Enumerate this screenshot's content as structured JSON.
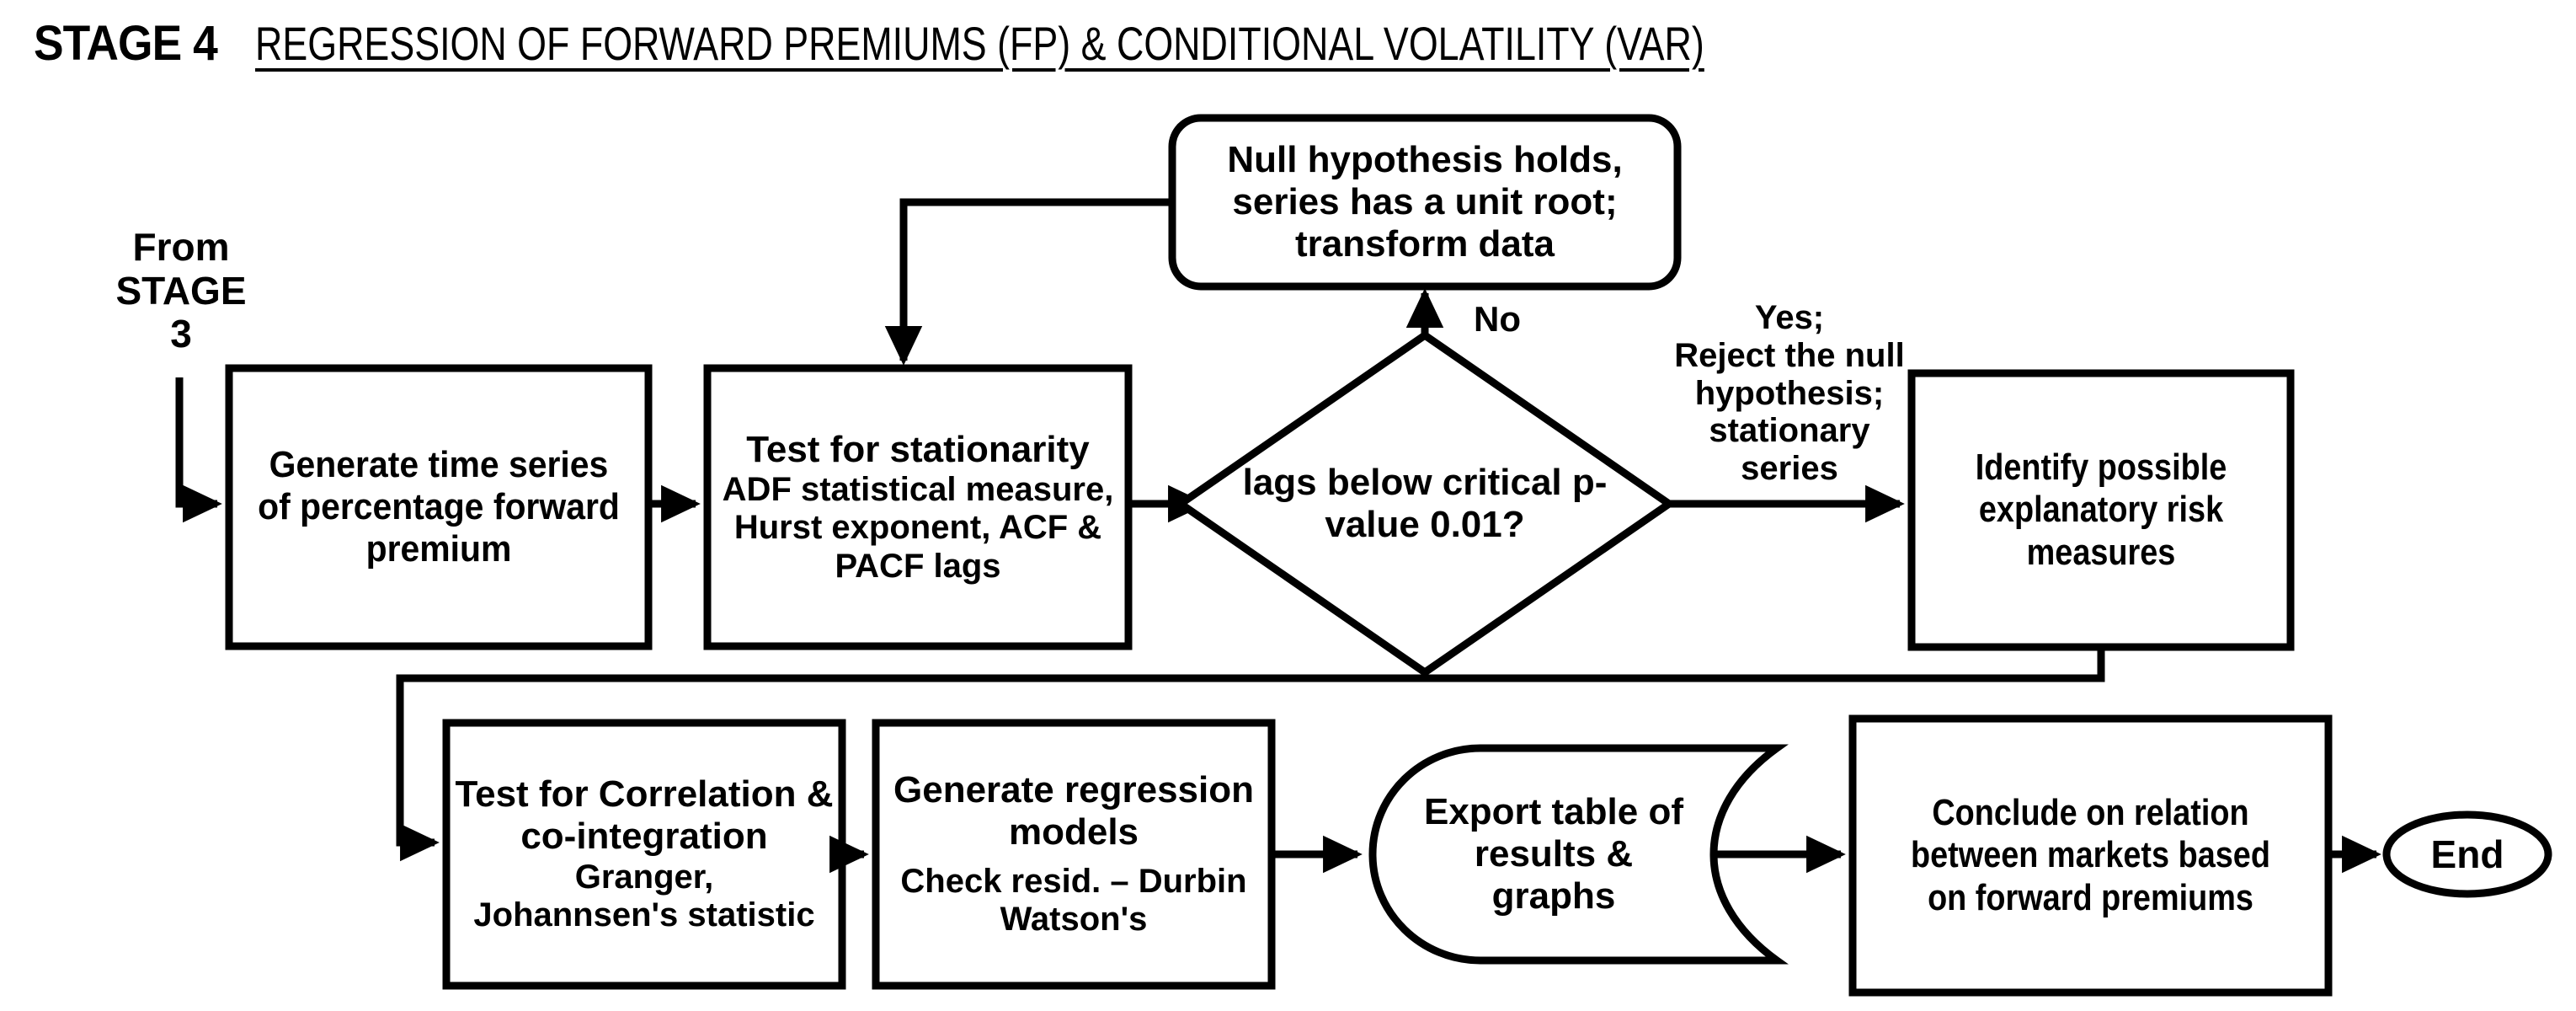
{
  "header": {
    "stage_label": "STAGE 4",
    "stage_title": "REGRESSION OF FORWARD PREMIUMS (FP) & CONDITIONAL VOLATILITY (VAR)"
  },
  "entry": {
    "label": "From\nSTAGE\n3"
  },
  "nodes": {
    "generate_time_series": {
      "shape": "process",
      "title": "Generate time series of percentage forward premium"
    },
    "test_stationarity": {
      "shape": "process",
      "title": "Test for stationarity",
      "detail": "ADF statistical measure, Hurst exponent, ACF & PACF lags"
    },
    "decision_lags": {
      "shape": "decision",
      "title": "lags  below critical p-value 0.01?"
    },
    "null_hypothesis": {
      "shape": "rounded",
      "title": "Null hypothesis holds, series has a unit root; transform data"
    },
    "identify_risk": {
      "shape": "process",
      "title": "Identify possible explanatory risk measures"
    },
    "test_correlation": {
      "shape": "process",
      "title": "Test for Correlation & co-integration",
      "detail": "Granger, Johannsen's statistic"
    },
    "generate_regression": {
      "shape": "process",
      "title": "Generate regression models",
      "detail": "Check resid. – Durbin Watson's"
    },
    "export_results": {
      "shape": "cylinder",
      "title": "Export table of results & graphs"
    },
    "conclude": {
      "shape": "process",
      "title": "Conclude on relation between markets based on forward premiums"
    },
    "end": {
      "shape": "oval",
      "title": "End"
    }
  },
  "edge_labels": {
    "no": "No",
    "yes": "Yes;\nReject the null\nhypothesis;\nstationary\nseries"
  },
  "colors": {
    "stroke": "#000000",
    "fill": "#ffffff",
    "text": "#000000"
  }
}
